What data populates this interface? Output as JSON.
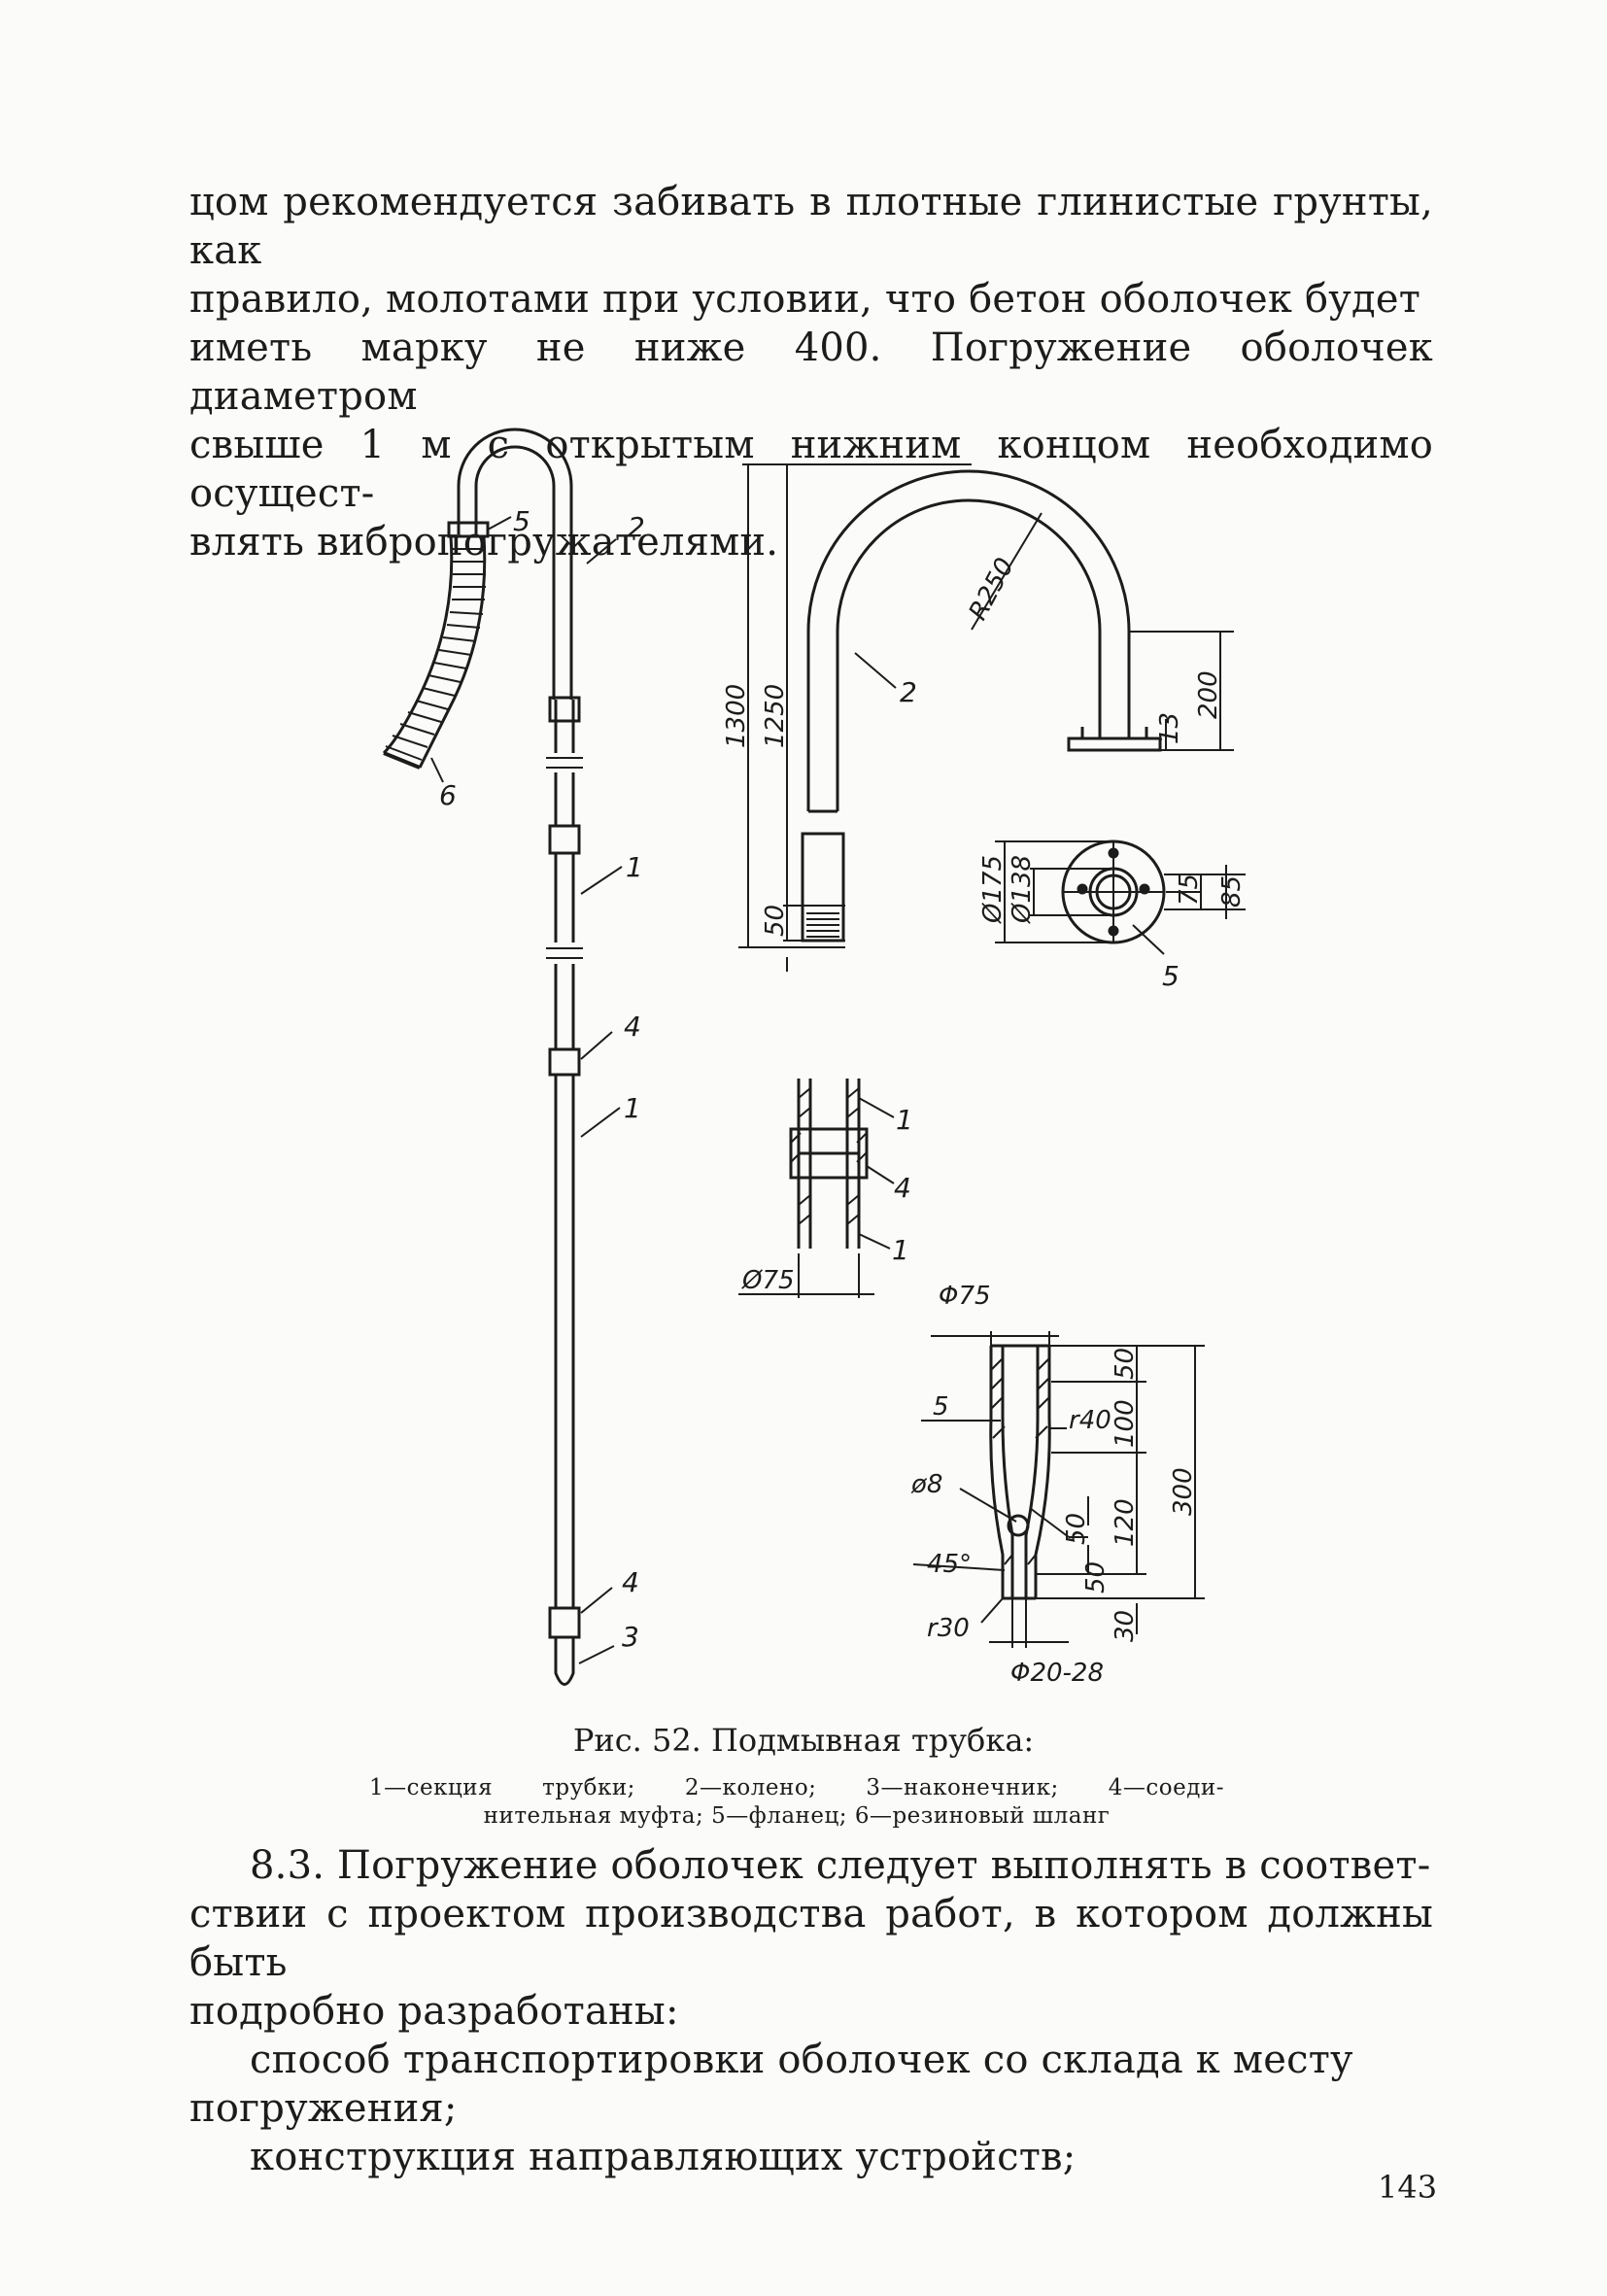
{
  "text": {
    "para1": [
      "цом рекомендуется забивать в плотные глинистые грунты, как",
      "правило, молотами при условии, что бетон оболочек будет",
      "иметь марку не ниже 400. Погружение оболочек диаметром",
      "свыше 1 м с открытым нижним концом необходимо осущест-",
      "влять вибропогружателями."
    ],
    "para2": [
      "8.3. Погружение оболочек следует выполнять в соответ-",
      "ствии с проектом производства работ, в котором должны быть",
      "подробно разработаны:"
    ],
    "para3": [
      "способ транспортировки оболочек со склада к месту",
      "погружения;"
    ],
    "para4": [
      "конструкция направляющих устройств;"
    ],
    "page_number": "143"
  },
  "figure": {
    "caption_title": "Рис. 52. Подмывная трубка:",
    "caption_legend_1": "1—секция трубки; 2—колено; 3—наконечник; 4—соеди-",
    "caption_legend_2": "нительная муфта; 5—фланец; 6—резиновый шланг",
    "labels": {
      "l1": "1",
      "l2": "2",
      "l3": "3",
      "l4": "4",
      "l5": "5",
      "l6": "6"
    },
    "dims": {
      "d1300": "1300",
      "d1250": "1250",
      "d50": "50",
      "r250": "R250",
      "d200": "200",
      "d13": "13",
      "d175": "Ø175",
      "d138": "Ø138",
      "d75s": "75",
      "d85": "85",
      "d75pipe": "Ø75",
      "phi75": "Φ75",
      "d5": "5",
      "r40": "r40",
      "d8": "ø8",
      "a45": "45°",
      "r30": "r30",
      "phi2028": "Φ20-28",
      "n50a": "50",
      "n100": "100",
      "n300": "300",
      "n120": "120",
      "n50b": "50",
      "n50c": "50",
      "n30": "30"
    }
  }
}
